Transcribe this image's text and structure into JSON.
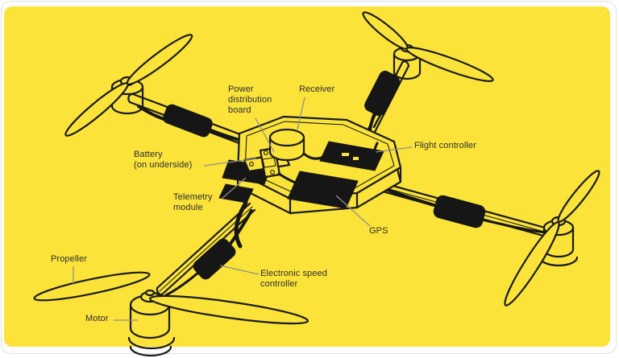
{
  "palette": {
    "panel_yellow": "#FBE339",
    "line_ink": "#1A1A1A",
    "label_text": "#2D2D33",
    "leader_line": "#8F8F8F",
    "frame_outline": "#DFE4DF"
  },
  "diagram": {
    "type": "labeled-illustration",
    "labels": [
      {
        "id": "power-distribution-board",
        "lines": [
          "Power",
          "distribution",
          "board"
        ]
      },
      {
        "id": "receiver",
        "lines": [
          "Receiver"
        ]
      },
      {
        "id": "flight-controller",
        "lines": [
          "Flight controller"
        ]
      },
      {
        "id": "battery",
        "lines": [
          "Battery",
          "(on underside)"
        ]
      },
      {
        "id": "telemetry-module",
        "lines": [
          "Telemetry",
          "module"
        ]
      },
      {
        "id": "gps",
        "lines": [
          "GPS"
        ]
      },
      {
        "id": "electronic-speed-controller",
        "lines": [
          "Electronic speed",
          "controller"
        ]
      },
      {
        "id": "propeller",
        "lines": [
          "Propeller"
        ]
      },
      {
        "id": "motor",
        "lines": [
          "Motor"
        ]
      }
    ]
  }
}
